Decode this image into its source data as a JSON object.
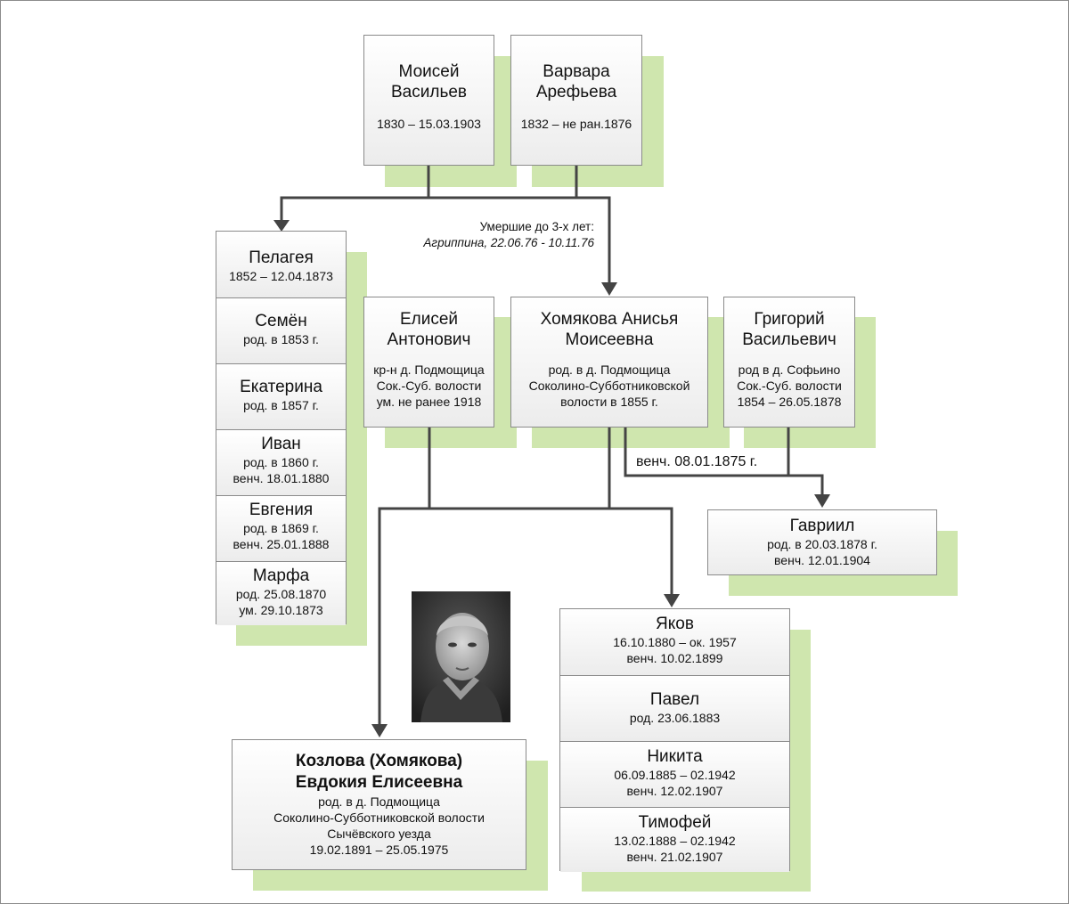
{
  "parents": {
    "moisey": {
      "name_line1": "Моисей",
      "name_line2": "Васильев",
      "dates": "1830 – 15.03.1903"
    },
    "varvara": {
      "name_line1": "Варвара",
      "name_line2": "Арефьева",
      "dates": "1832 – не ран.1876"
    }
  },
  "infant_note": {
    "title": "Умершие до 3-х лет:",
    "entry": "Агриппина, 22.06.76 - 10.11.76"
  },
  "siblings": [
    {
      "name": "Пелагея",
      "line1": "1852 – 12.04.1873",
      "line2": ""
    },
    {
      "name": "Семён",
      "line1": "род. в 1853 г.",
      "line2": ""
    },
    {
      "name": "Екатерина",
      "line1": "род. в 1857 г.",
      "line2": ""
    },
    {
      "name": "Иван",
      "line1": "род. в 1860 г.",
      "line2": "венч. 18.01.1880"
    },
    {
      "name": "Евгения",
      "line1": "род. в 1869 г.",
      "line2": "венч. 25.01.1888"
    },
    {
      "name": "Марфа",
      "line1": "род. 25.08.1870",
      "line2": "ум. 29.10.1873"
    }
  ],
  "eliseу": {
    "name_line1": "Елисей",
    "name_line2": "Антонович",
    "info1": "кр-н д. Подмощица",
    "info2": "Сок.-Суб. волости",
    "info3": "ум. не ранее 1918"
  },
  "anisya": {
    "name_line1": "Хомякова Анисья",
    "name_line2": "Моисеевна",
    "info1": "род. в д. Подмощица",
    "info2": "Соколино-Субботниковской",
    "info3": "волости в 1855 г."
  },
  "grigoriy": {
    "name_line1": "Григорий",
    "name_line2": "Васильевич",
    "info1": "род в д. Софьино",
    "info2": "Сок.-Суб. волости",
    "info3": "1854 – 26.05.1878"
  },
  "wedding_note": "венч. 08.01.1875 г.",
  "gavriil": {
    "name": "Гавриил",
    "line1": "род. в 20.03.1878 г.",
    "line2": "венч. 12.01.1904"
  },
  "sons": [
    {
      "name": "Яков",
      "line1": "16.10.1880 – ок. 1957",
      "line2": "венч. 10.02.1899"
    },
    {
      "name": "Павел",
      "line1": "род. 23.06.1883",
      "line2": ""
    },
    {
      "name": "Никита",
      "line1": "06.09.1885 – 02.1942",
      "line2": "венч. 12.02.1907"
    },
    {
      "name": "Тимофей",
      "line1": "13.02.1888 – 02.1942",
      "line2": "венч. 21.02.1907"
    }
  ],
  "evdokia": {
    "name_line1": "Козлова (Хомякова)",
    "name_line2": "Евдокия Елисеевна",
    "info1": "род. в д. Подмощица",
    "info2": "Соколино-Субботниковской волости",
    "info3": "Сычёвского уезда",
    "info4": "19.02.1891 – 25.05.1975"
  },
  "colors": {
    "shadow": "#cfe6ae",
    "border": "#8a8a8a",
    "line": "#444444"
  }
}
